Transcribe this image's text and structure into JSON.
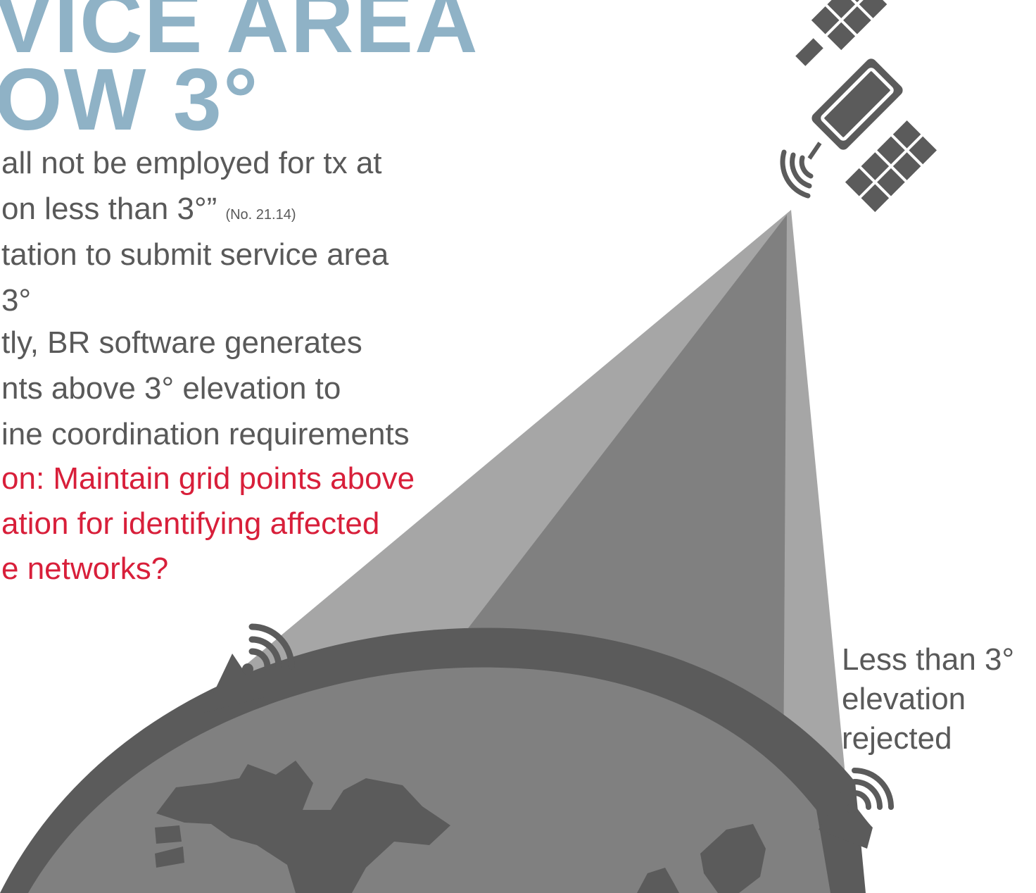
{
  "title": {
    "line1": "VICE AREA",
    "line2": "OW 3°"
  },
  "body": {
    "line1": "all not be employed for tx at",
    "line2": "on less than 3°”",
    "line2_ref": "(No. 21.14)",
    "line3": "tation to submit service area",
    "line4": "3°",
    "line5": "tly, BR software generates",
    "line6": "nts above 3° elevation to",
    "line7": "ine coordination requirements",
    "line8": "on: Maintain grid points above",
    "line9": "ation for identifying affected",
    "line10": "e networks?"
  },
  "note": {
    "line1": "Less than 3°",
    "line2": "elevation",
    "line3": "rejected"
  },
  "icons": {
    "satellite": "satellite-icon",
    "earth": "earth-globe-icon",
    "station_left": "ground-station-dish-icon",
    "station_right": "ground-station-dish-icon"
  },
  "colors": {
    "title": "#8fb2c6",
    "body_text": "#595959",
    "emphasis": "#d81f3a",
    "beam_outer": "#a6a6a6",
    "beam_inner": "#808080",
    "earth": "#5b5b5b"
  }
}
